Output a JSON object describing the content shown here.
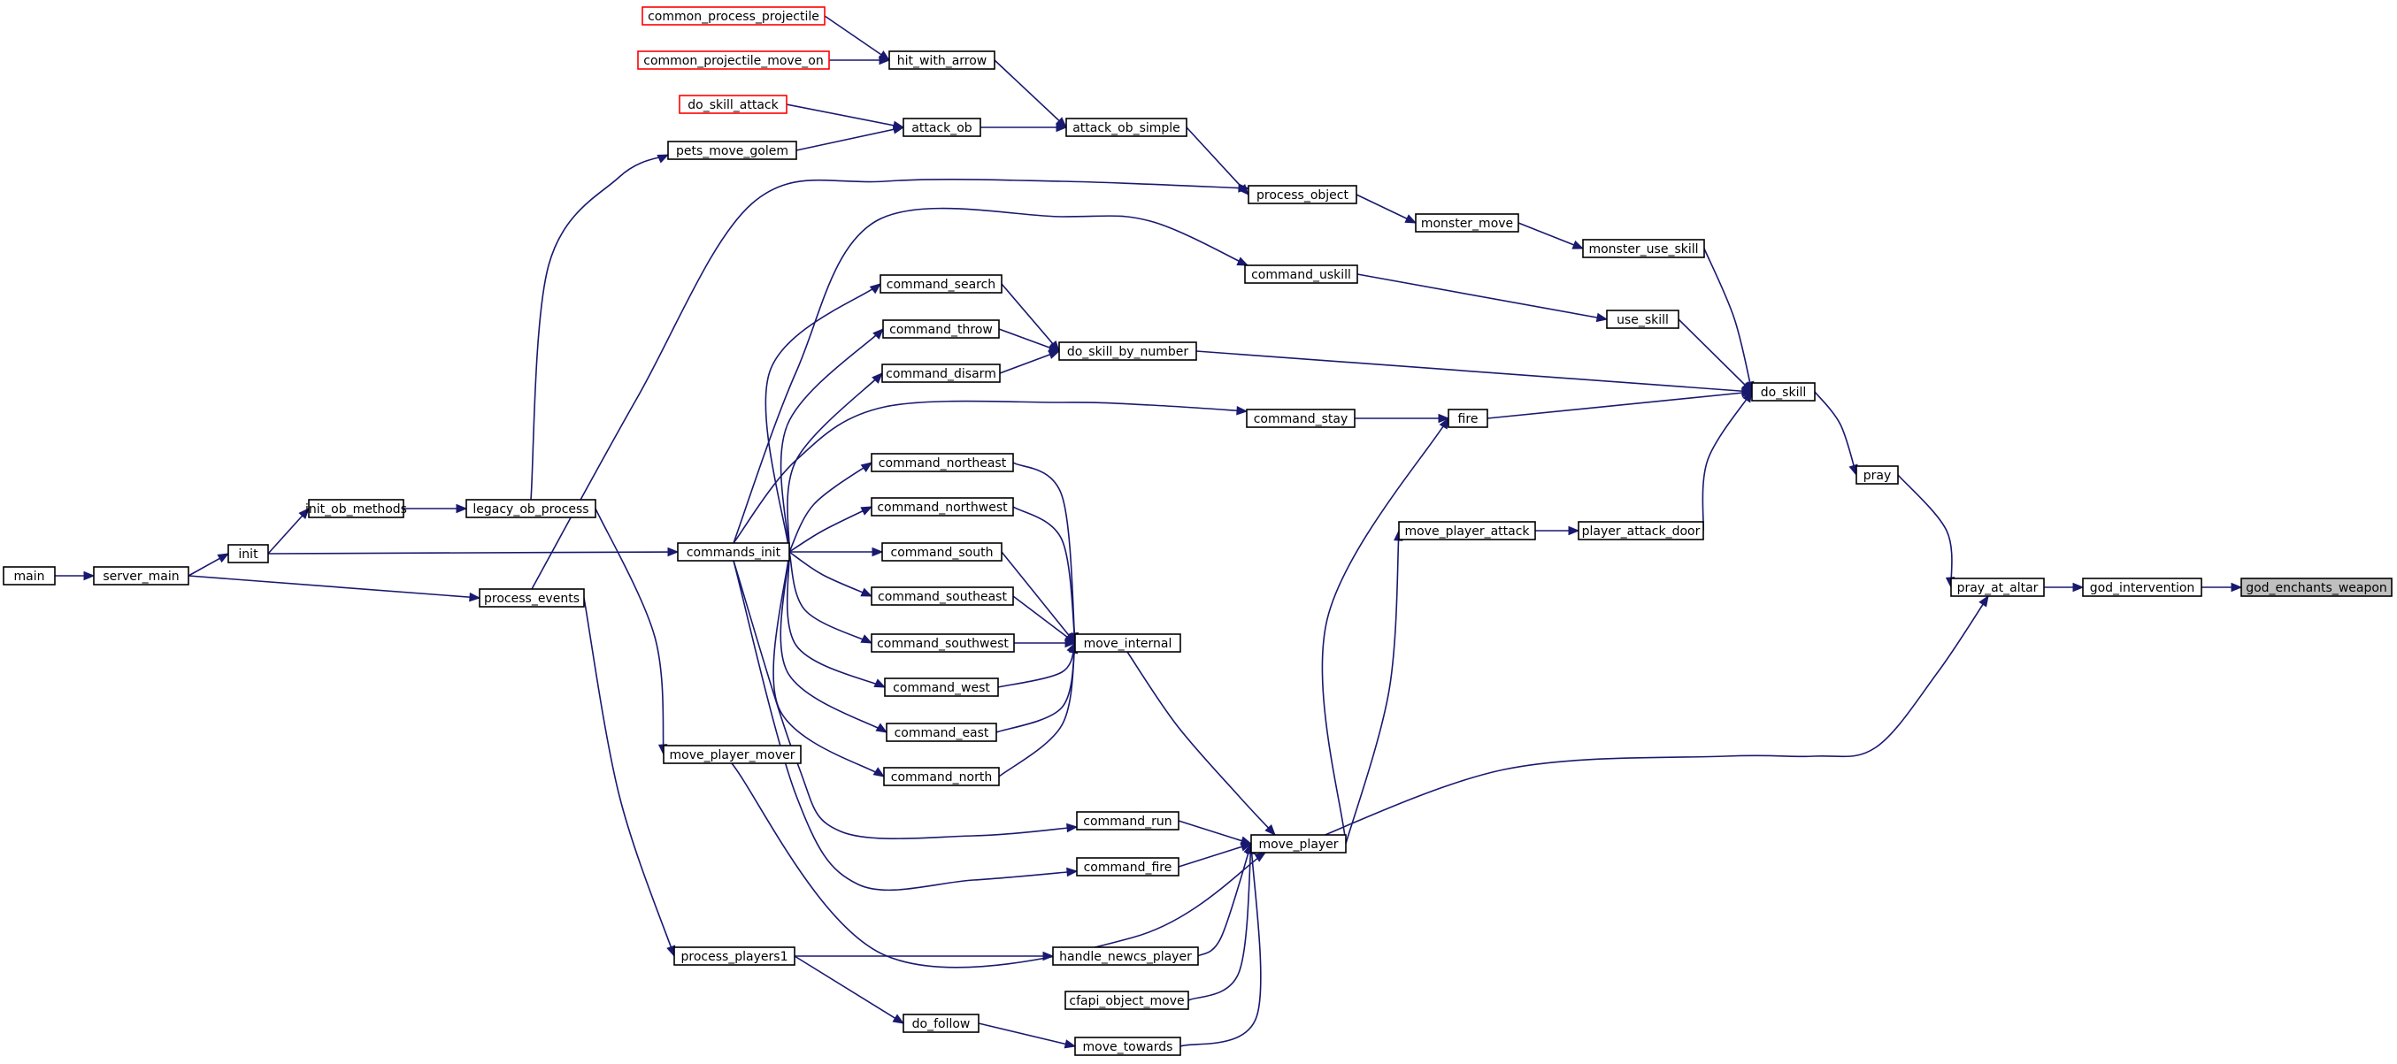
{
  "diagram": {
    "type": "call-graph",
    "nodes": [
      {
        "id": "god_enchants_weapon",
        "label": "god_enchants_weapon",
        "style": "focus"
      },
      {
        "id": "god_intervention",
        "label": "god_intervention",
        "style": "normal"
      },
      {
        "id": "pray_at_altar",
        "label": "pray_at_altar",
        "style": "normal"
      },
      {
        "id": "pray",
        "label": "pray",
        "style": "normal"
      },
      {
        "id": "do_skill",
        "label": "do_skill",
        "style": "normal"
      },
      {
        "id": "monster_use_skill",
        "label": "monster_use_skill",
        "style": "normal"
      },
      {
        "id": "use_skill",
        "label": "use_skill",
        "style": "normal"
      },
      {
        "id": "fire",
        "label": "fire",
        "style": "normal"
      },
      {
        "id": "player_attack_door",
        "label": "player_attack_door",
        "style": "normal"
      },
      {
        "id": "move_player_attack",
        "label": "move_player_attack",
        "style": "normal"
      },
      {
        "id": "monster_move",
        "label": "monster_move",
        "style": "normal"
      },
      {
        "id": "process_object",
        "label": "process_object",
        "style": "normal"
      },
      {
        "id": "attack_ob_simple",
        "label": "attack_ob_simple",
        "style": "normal"
      },
      {
        "id": "hit_with_arrow",
        "label": "hit_with_arrow",
        "style": "normal"
      },
      {
        "id": "common_process_projectile",
        "label": "common_process_projectile",
        "style": "external"
      },
      {
        "id": "common_projectile_move_on",
        "label": "common_projectile_move_on",
        "style": "external"
      },
      {
        "id": "attack_ob",
        "label": "attack_ob",
        "style": "normal"
      },
      {
        "id": "do_skill_attack",
        "label": "do_skill_attack",
        "style": "external"
      },
      {
        "id": "pets_move_golem",
        "label": "pets_move_golem",
        "style": "normal"
      },
      {
        "id": "command_uskill",
        "label": "command_uskill",
        "style": "normal"
      },
      {
        "id": "do_skill_by_number",
        "label": "do_skill_by_number",
        "style": "normal"
      },
      {
        "id": "command_search",
        "label": "command_search",
        "style": "normal"
      },
      {
        "id": "command_throw",
        "label": "command_throw",
        "style": "normal"
      },
      {
        "id": "command_disarm",
        "label": "command_disarm",
        "style": "normal"
      },
      {
        "id": "command_stay",
        "label": "command_stay",
        "style": "normal"
      },
      {
        "id": "command_northeast",
        "label": "command_northeast",
        "style": "normal"
      },
      {
        "id": "command_northwest",
        "label": "command_northwest",
        "style": "normal"
      },
      {
        "id": "command_south",
        "label": "command_south",
        "style": "normal"
      },
      {
        "id": "command_southeast",
        "label": "command_southeast",
        "style": "normal"
      },
      {
        "id": "command_southwest",
        "label": "command_southwest",
        "style": "normal"
      },
      {
        "id": "command_west",
        "label": "command_west",
        "style": "normal"
      },
      {
        "id": "command_east",
        "label": "command_east",
        "style": "normal"
      },
      {
        "id": "command_north",
        "label": "command_north",
        "style": "normal"
      },
      {
        "id": "move_internal",
        "label": "move_internal",
        "style": "normal"
      },
      {
        "id": "commands_init",
        "label": "commands_init",
        "style": "normal"
      },
      {
        "id": "move_player",
        "label": "move_player",
        "style": "normal"
      },
      {
        "id": "command_run",
        "label": "command_run",
        "style": "normal"
      },
      {
        "id": "command_fire",
        "label": "command_fire",
        "style": "normal"
      },
      {
        "id": "handle_newcs_player",
        "label": "handle_newcs_player",
        "style": "normal"
      },
      {
        "id": "cfapi_object_move",
        "label": "cfapi_object_move",
        "style": "normal"
      },
      {
        "id": "move_towards",
        "label": "move_towards",
        "style": "normal"
      },
      {
        "id": "do_follow",
        "label": "do_follow",
        "style": "normal"
      },
      {
        "id": "process_players1",
        "label": "process_players1",
        "style": "normal"
      },
      {
        "id": "move_player_mover",
        "label": "move_player_mover",
        "style": "normal"
      },
      {
        "id": "legacy_ob_process",
        "label": "legacy_ob_process",
        "style": "normal"
      },
      {
        "id": "process_events",
        "label": "process_events",
        "style": "normal"
      },
      {
        "id": "init_ob_methods",
        "label": "init_ob_methods",
        "style": "normal"
      },
      {
        "id": "init",
        "label": "init",
        "style": "normal"
      },
      {
        "id": "server_main",
        "label": "server_main",
        "style": "normal"
      },
      {
        "id": "main",
        "label": "main",
        "style": "normal"
      }
    ],
    "edges": [
      {
        "from": "god_intervention",
        "to": "god_enchants_weapon"
      },
      {
        "from": "pray_at_altar",
        "to": "god_intervention"
      },
      {
        "from": "pray",
        "to": "pray_at_altar"
      },
      {
        "from": "move_player",
        "to": "pray_at_altar"
      },
      {
        "from": "do_skill",
        "to": "pray"
      },
      {
        "from": "monster_use_skill",
        "to": "do_skill"
      },
      {
        "from": "use_skill",
        "to": "do_skill"
      },
      {
        "from": "do_skill_by_number",
        "to": "do_skill"
      },
      {
        "from": "fire",
        "to": "do_skill"
      },
      {
        "from": "player_attack_door",
        "to": "do_skill"
      },
      {
        "from": "monster_move",
        "to": "monster_use_skill"
      },
      {
        "from": "process_object",
        "to": "monster_move"
      },
      {
        "from": "attack_ob_simple",
        "to": "process_object"
      },
      {
        "from": "hit_with_arrow",
        "to": "attack_ob_simple"
      },
      {
        "from": "common_process_projectile",
        "to": "hit_with_arrow"
      },
      {
        "from": "common_projectile_move_on",
        "to": "hit_with_arrow"
      },
      {
        "from": "attack_ob",
        "to": "attack_ob_simple"
      },
      {
        "from": "do_skill_attack",
        "to": "attack_ob"
      },
      {
        "from": "pets_move_golem",
        "to": "attack_ob"
      },
      {
        "from": "legacy_ob_process",
        "to": "pets_move_golem"
      },
      {
        "from": "process_events",
        "to": "process_object"
      },
      {
        "from": "command_uskill",
        "to": "use_skill"
      },
      {
        "from": "commands_init",
        "to": "command_uskill"
      },
      {
        "from": "command_search",
        "to": "do_skill_by_number"
      },
      {
        "from": "command_throw",
        "to": "do_skill_by_number"
      },
      {
        "from": "command_disarm",
        "to": "do_skill_by_number"
      },
      {
        "from": "commands_init",
        "to": "command_search"
      },
      {
        "from": "commands_init",
        "to": "command_throw"
      },
      {
        "from": "commands_init",
        "to": "command_disarm"
      },
      {
        "from": "command_stay",
        "to": "fire"
      },
      {
        "from": "commands_init",
        "to": "command_stay"
      },
      {
        "from": "move_player",
        "to": "fire"
      },
      {
        "from": "move_player_attack",
        "to": "player_attack_door"
      },
      {
        "from": "move_player",
        "to": "move_player_attack"
      },
      {
        "from": "commands_init",
        "to": "command_northeast"
      },
      {
        "from": "commands_init",
        "to": "command_northwest"
      },
      {
        "from": "commands_init",
        "to": "command_south"
      },
      {
        "from": "commands_init",
        "to": "command_southeast"
      },
      {
        "from": "commands_init",
        "to": "command_southwest"
      },
      {
        "from": "commands_init",
        "to": "command_west"
      },
      {
        "from": "commands_init",
        "to": "command_east"
      },
      {
        "from": "commands_init",
        "to": "command_north"
      },
      {
        "from": "command_northeast",
        "to": "move_internal"
      },
      {
        "from": "command_northwest",
        "to": "move_internal"
      },
      {
        "from": "command_south",
        "to": "move_internal"
      },
      {
        "from": "command_southeast",
        "to": "move_internal"
      },
      {
        "from": "command_southwest",
        "to": "move_internal"
      },
      {
        "from": "command_west",
        "to": "move_internal"
      },
      {
        "from": "command_east",
        "to": "move_internal"
      },
      {
        "from": "command_north",
        "to": "move_internal"
      },
      {
        "from": "move_internal",
        "to": "move_player"
      },
      {
        "from": "command_run",
        "to": "move_player"
      },
      {
        "from": "command_fire",
        "to": "move_player"
      },
      {
        "from": "commands_init",
        "to": "command_run"
      },
      {
        "from": "commands_init",
        "to": "command_fire"
      },
      {
        "from": "move_player_mover",
        "to": "move_player"
      },
      {
        "from": "handle_newcs_player",
        "to": "move_player"
      },
      {
        "from": "cfapi_object_move",
        "to": "move_player"
      },
      {
        "from": "move_towards",
        "to": "move_player"
      },
      {
        "from": "process_players1",
        "to": "handle_newcs_player"
      },
      {
        "from": "process_players1",
        "to": "do_follow"
      },
      {
        "from": "do_follow",
        "to": "move_towards"
      },
      {
        "from": "process_events",
        "to": "process_players1"
      },
      {
        "from": "legacy_ob_process",
        "to": "move_player_mover"
      },
      {
        "from": "init_ob_methods",
        "to": "legacy_ob_process"
      },
      {
        "from": "init",
        "to": "init_ob_methods"
      },
      {
        "from": "init",
        "to": "commands_init"
      },
      {
        "from": "server_main",
        "to": "init"
      },
      {
        "from": "server_main",
        "to": "process_events"
      },
      {
        "from": "main",
        "to": "server_main"
      }
    ]
  }
}
